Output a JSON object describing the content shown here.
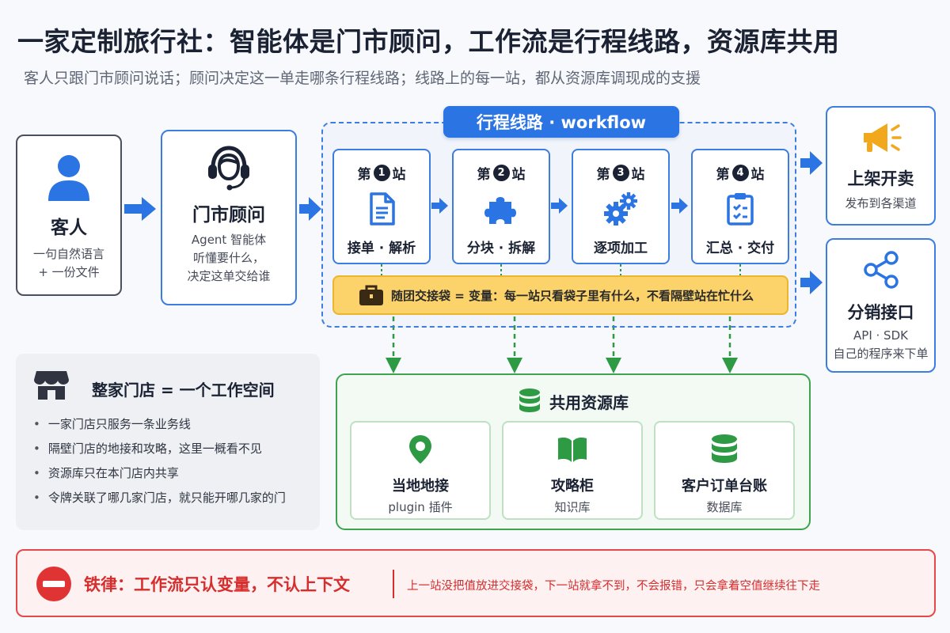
{
  "title": "一家定制旅行社：智能体是门市顾问，工作流是行程线路，资源库共用",
  "subtitle": "客人只跟门市顾问说话；顾问决定这一单走哪条行程线路；线路上的每一站，都从资源库调现成的支援",
  "colors": {
    "blue": "#2b74e3",
    "green": "#3fa34d",
    "yellow": "#fbd36a",
    "red": "#e54848",
    "orange": "#f2a81d",
    "dark": "#1b2233"
  },
  "customer": {
    "title": "客人",
    "desc_line1": "一句自然语言",
    "desc_line2": "+ 一份文件",
    "icon": "person-icon"
  },
  "consultant": {
    "title": "门市顾问",
    "desc_line1": "Agent 智能体",
    "desc_line2": "听懂要什么，",
    "desc_line3": "决定这单交给谁",
    "icon": "headset-agent-icon"
  },
  "workflow": {
    "label": "行程线路 · workflow",
    "steps": [
      {
        "prefix": "第",
        "num": "1",
        "suffix": "站",
        "label": "接单 · 解析",
        "icon": "document-icon"
      },
      {
        "prefix": "第",
        "num": "2",
        "suffix": "站",
        "label": "分块 · 拆解",
        "icon": "puzzle-icon"
      },
      {
        "prefix": "第",
        "num": "3",
        "suffix": "站",
        "label": "逐项加工",
        "icon": "gears-icon"
      },
      {
        "prefix": "第",
        "num": "4",
        "suffix": "站",
        "label": "汇总 · 交付",
        "icon": "clipboard-check-icon"
      }
    ],
    "bag_text": "随团交接袋 = 变量：每一站只看袋子里有什么，不看隔壁站在忙什么",
    "bag_icon": "briefcase-icon"
  },
  "outputs": {
    "listing": {
      "title": "上架开卖",
      "desc": "发布到各渠道",
      "icon": "megaphone-icon"
    },
    "api": {
      "title": "分销接口",
      "desc_line1": "API · SDK",
      "desc_line2": "自己的程序来下单",
      "icon": "share-icon"
    }
  },
  "store": {
    "title": "整家门店 = 一个工作空间",
    "icon": "storefront-icon",
    "items": [
      "一家门店只服务一条业务线",
      "隔壁门店的地接和攻略，这里一概看不见",
      "资源库只在本门店内共享",
      "令牌关联了哪几家门店，就只能开哪几家的门"
    ]
  },
  "resource": {
    "title": "共用资源库",
    "icon": "database-icon",
    "cards": [
      {
        "name": "当地地接",
        "sub": "plugin 插件",
        "icon": "map-pin-icon"
      },
      {
        "name": "攻略柜",
        "sub": "知识库",
        "icon": "open-book-icon"
      },
      {
        "name": "客户订单台账",
        "sub": "数据库",
        "icon": "database-icon"
      }
    ]
  },
  "rule": {
    "title": "铁律：工作流只认变量，不认上下文",
    "desc": "上一站没把值放进交接袋，下一站就拿不到，不会报错，只会拿着空值继续往下走",
    "icon": "no-entry-icon"
  }
}
